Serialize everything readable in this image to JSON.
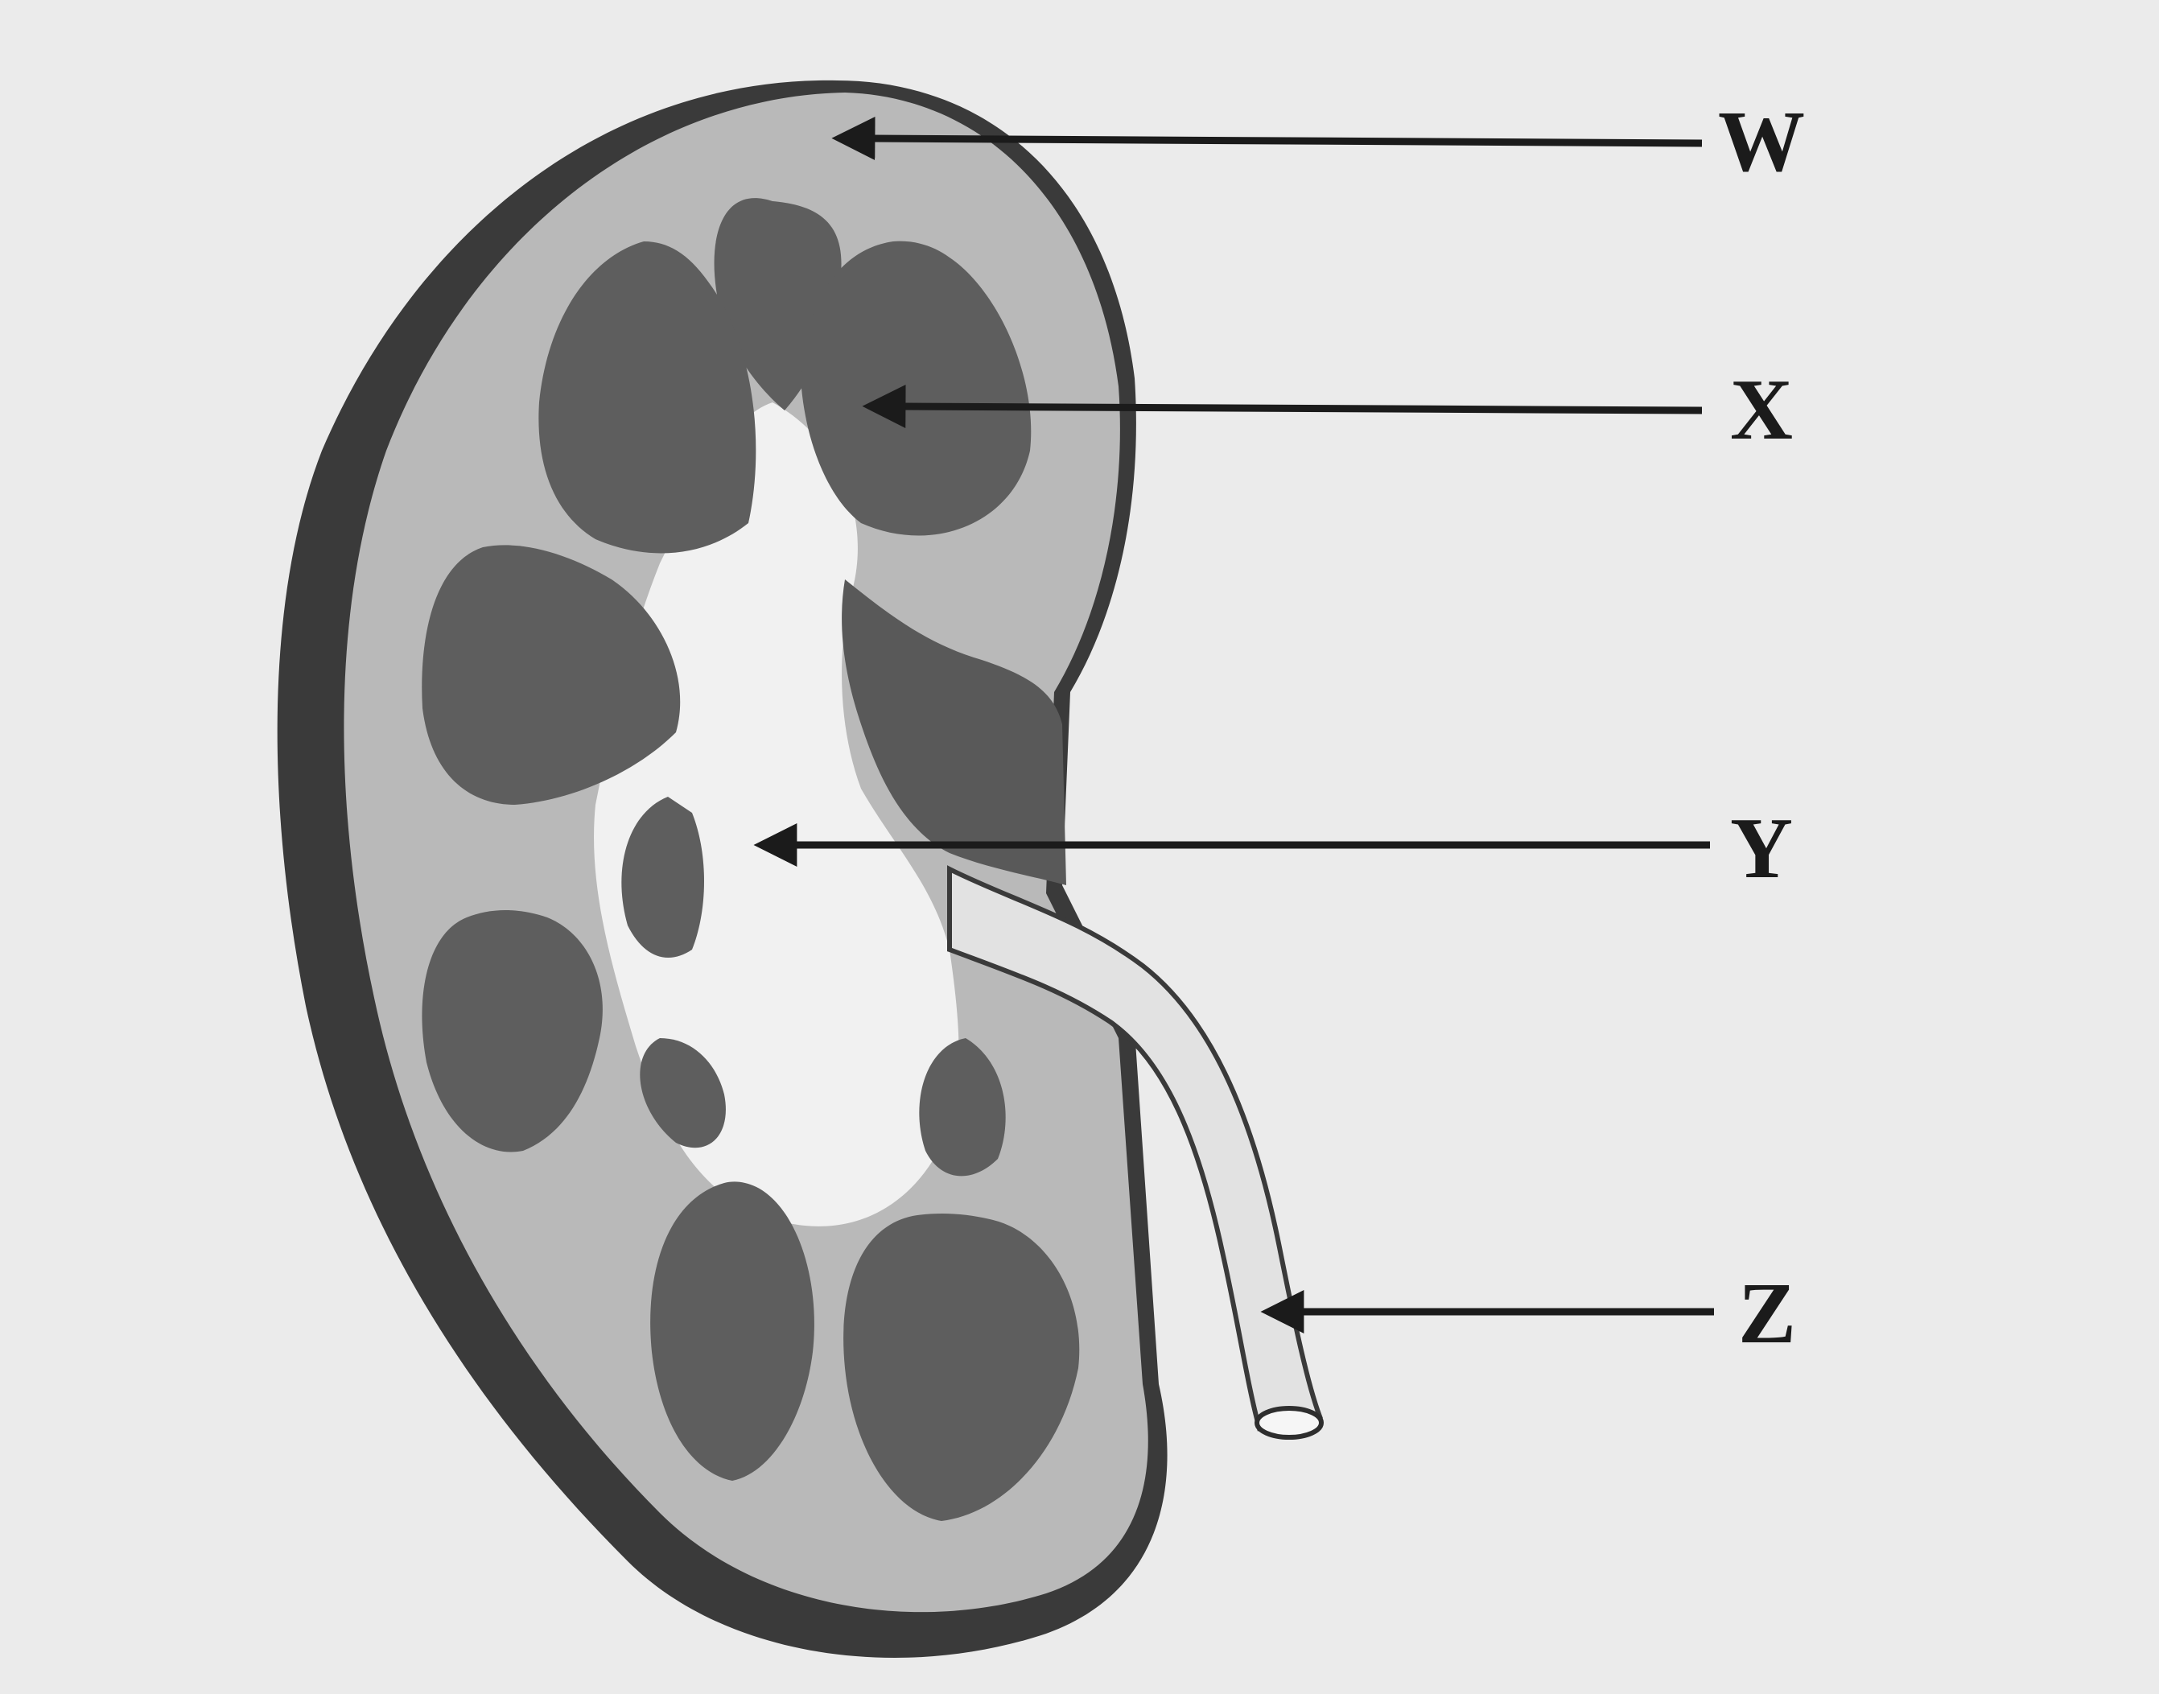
{
  "labels": {
    "w": "W",
    "x": "X",
    "y": "Y",
    "z": "Z"
  },
  "colors": {
    "paper": "#ebebeb",
    "capsule": "#3a3a3a",
    "cortex": "#b9b9b9",
    "pyramid": "#5e5e5e",
    "pelvis": "#f1f1f1",
    "vein": "#595959",
    "ureter": "#e2e2e2",
    "ink": "#1b1b1b"
  }
}
